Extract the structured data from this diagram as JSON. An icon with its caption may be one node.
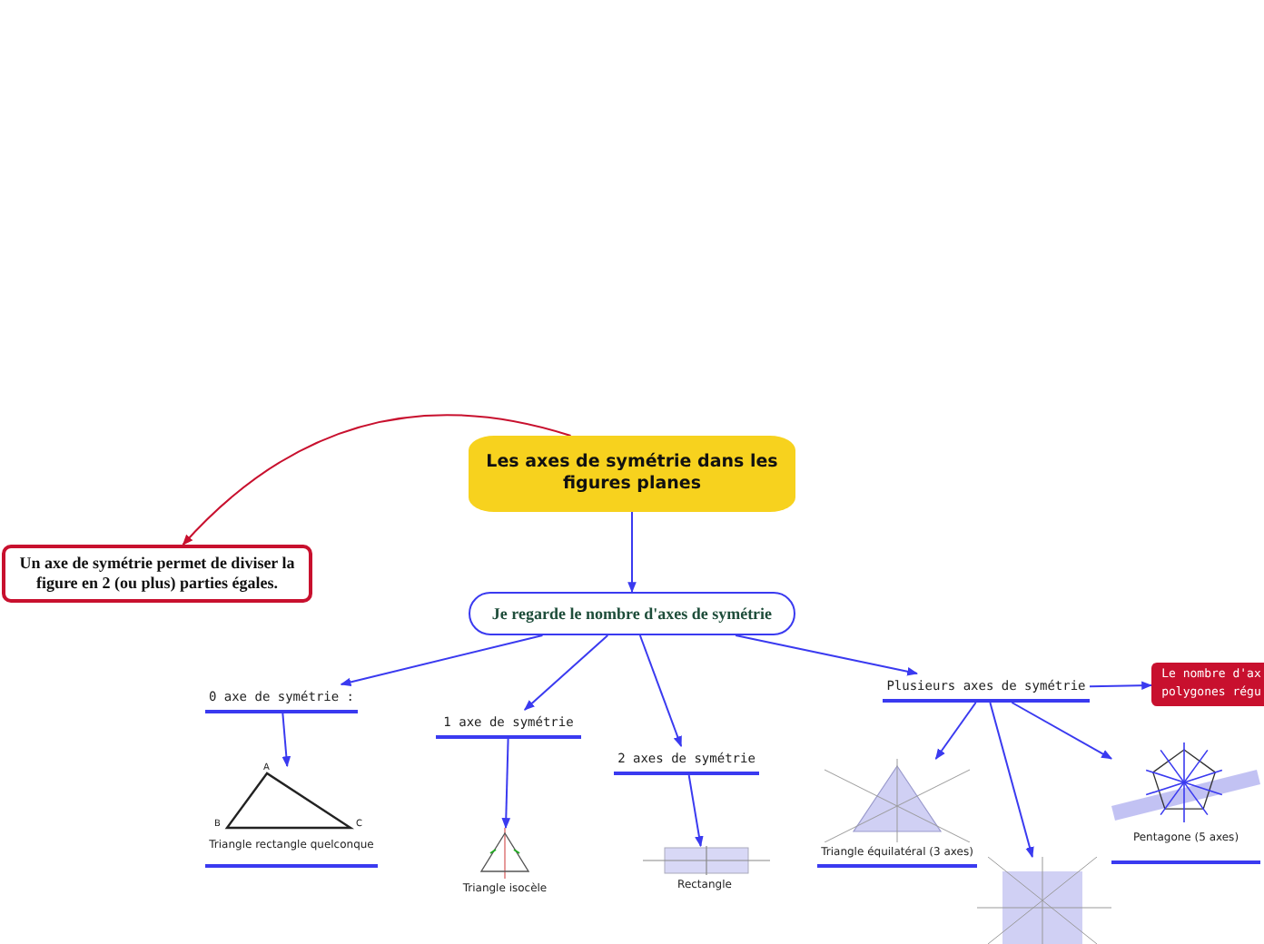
{
  "diagram": {
    "nodes": [
      {
        "text": [
          "Les axes de symétrie dans les figures planes"
        ]
      },
      {
        "text": [
          "Un axe de symétrie permet de diviser la figure en 2 (ou plus)  parties égales."
        ]
      },
      {
        "text": [
          "Je regarde le nombre d'axes de symétrie"
        ]
      },
      {
        "text": [
          "0 axe de symétrie :"
        ]
      },
      {
        "text": [
          "1 axe de symétrie"
        ]
      },
      {
        "text": [
          "2 axes de symétrie"
        ]
      },
      {
        "text": [
          "Plusieurs axes de symétrie"
        ]
      },
      {
        "text": [
          "Le nombre d'ax polygones régu"
        ]
      },
      {
        "text": [
          "Triangle rectangle quelconque"
        ]
      },
      {
        "text": [
          "Triangle isocèle"
        ]
      },
      {
        "text": [
          "Rectangle"
        ]
      },
      {
        "text": [
          "Triangle équilatéral (3 axes)"
        ]
      },
      {
        "text": [],
        "shape": "picture"
      },
      {
        "text": [
          "Pentagone (5 axes)"
        ]
      }
    ],
    "edges": [
      {
        "from": 0,
        "to": 1,
        "arrow": "to",
        "color": "#c8102e"
      },
      {
        "from": 0,
        "to": 2,
        "arrow": "to"
      },
      {
        "from": 2,
        "to": 3,
        "arrow": "to"
      },
      {
        "from": 2,
        "to": 4,
        "arrow": "to"
      },
      {
        "from": 2,
        "to": 5,
        "arrow": "to"
      },
      {
        "from": 2,
        "to": 6,
        "arrow": "to"
      },
      {
        "from": 6,
        "to": 7,
        "arrow": "to"
      },
      {
        "from": 3,
        "to": 8,
        "arrow": "to"
      },
      {
        "from": 4,
        "to": 9,
        "arrow": "to"
      },
      {
        "from": 5,
        "to": 10,
        "arrow": "to"
      },
      {
        "from": 6,
        "to": 11,
        "arrow": "to"
      },
      {
        "from": 6,
        "to": 12,
        "arrow": "to"
      },
      {
        "from": 6,
        "to": 13,
        "arrow": "to"
      }
    ],
    "labels": [
      "A",
      "B",
      "C"
    ]
  }
}
